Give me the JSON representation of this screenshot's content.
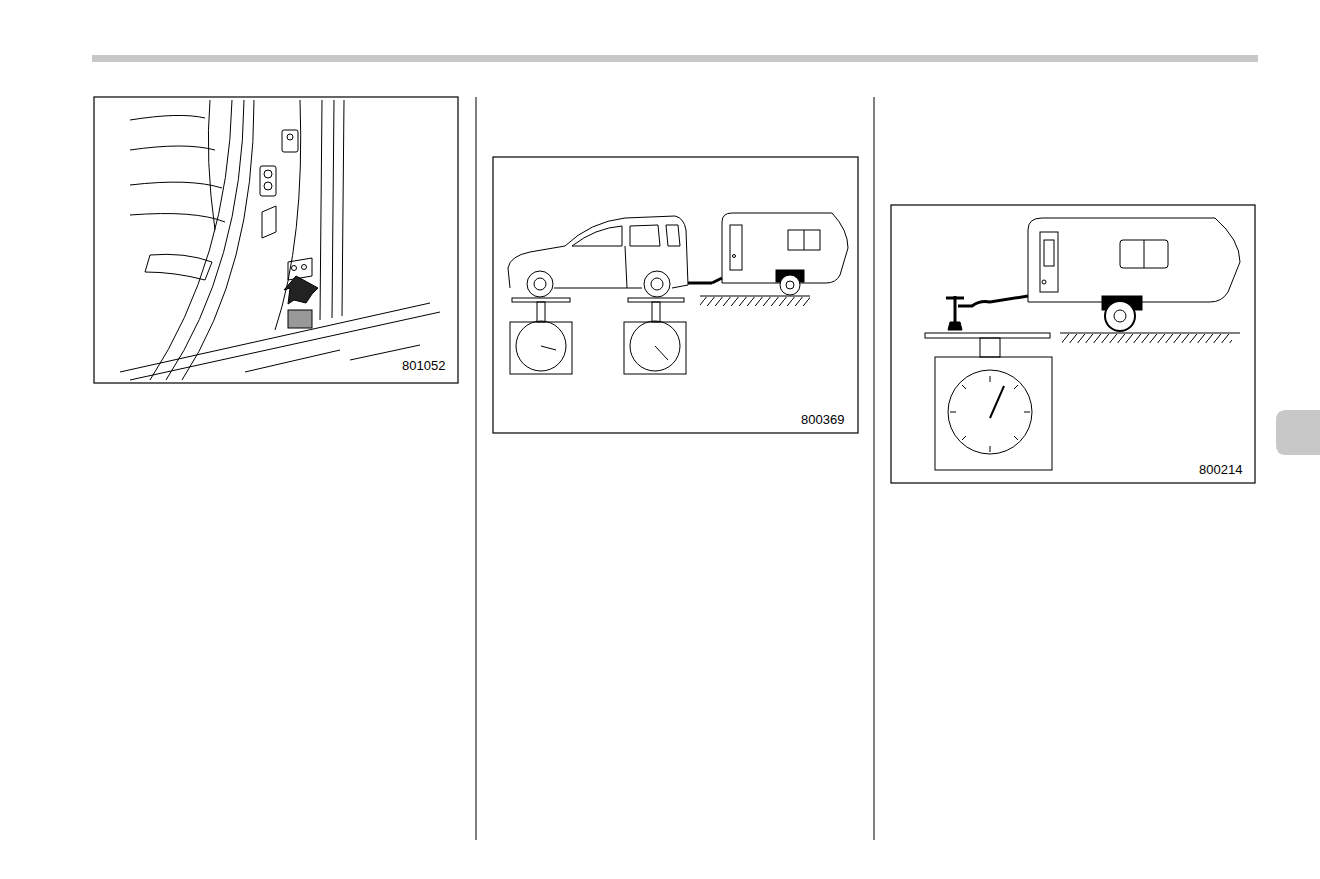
{
  "diagram": {
    "labels": [
      "801052",
      "800369",
      "800214"
    ]
  }
}
